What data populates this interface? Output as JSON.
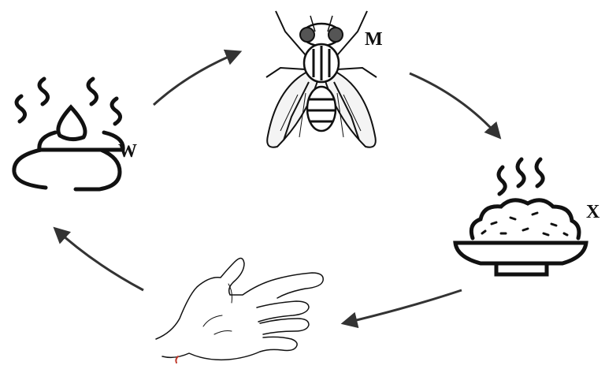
{
  "labels": {
    "fly": "M",
    "feces": "W",
    "food": "X"
  },
  "icons": [
    "feces-icon",
    "fly-icon",
    "food-bowl-icon",
    "hand-icon"
  ],
  "colors": {
    "ink": "#111111",
    "arrow": "#333333"
  }
}
